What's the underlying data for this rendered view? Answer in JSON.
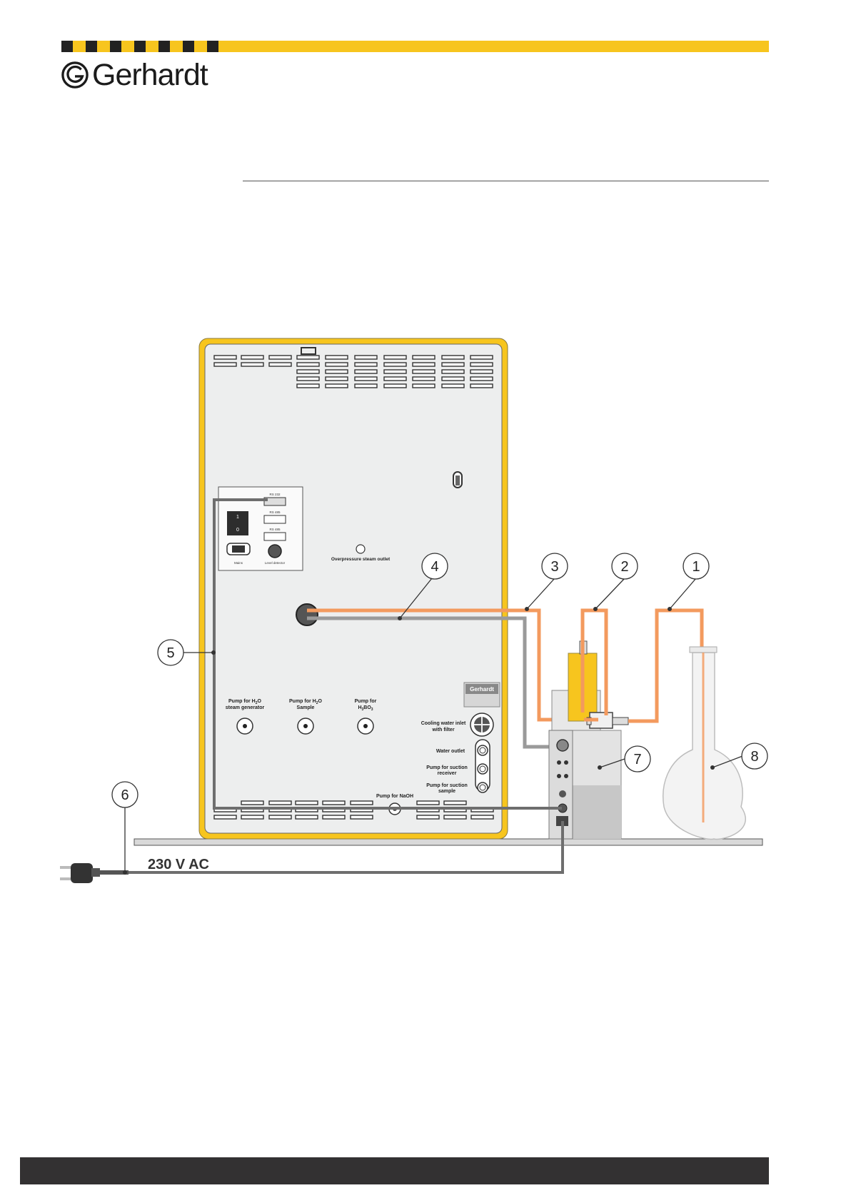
{
  "brand": {
    "name": "Gerhardt",
    "color_yellow": "#F7C51E",
    "color_dark": "#222222"
  },
  "colors": {
    "orange_tube": "#F39A5E",
    "grey_cable": "#7F7F7F",
    "panel_grey": "#EDEEEE"
  },
  "panel": {
    "io_labels": [
      "RS 232",
      "RS 485",
      "RS 485",
      "Mains",
      "Level detector"
    ],
    "switch": {
      "on": "1",
      "off": "0"
    },
    "overpressure_label": "Overpressure steam outlet",
    "pumps": [
      {
        "line1": "Pump for H",
        "sub": "2",
        "line1b": "O",
        "line2": "steam generator"
      },
      {
        "line1": "Pump for H",
        "sub": "2",
        "line1b": "O",
        "line2": "Sample"
      },
      {
        "line1": "Pump for",
        "line2": "H",
        "sub2": "3",
        "line2b": "BO",
        "sub3": "3"
      }
    ],
    "right_labels": {
      "cooling_line1": "Cooling water inlet",
      "cooling_line2": "with filter",
      "water_outlet": "Water outlet",
      "suction_receiver_1": "Pump for suction",
      "suction_receiver_2": "receiver",
      "suction_sample_1": "Pump for suction",
      "suction_sample_2": "sample"
    },
    "naoh_label": "Pump for NaOH",
    "nameplate": "Gerhardt"
  },
  "callouts": [
    "1",
    "2",
    "3",
    "4",
    "5",
    "6",
    "7",
    "8"
  ],
  "supply_voltage": "230 V AC"
}
